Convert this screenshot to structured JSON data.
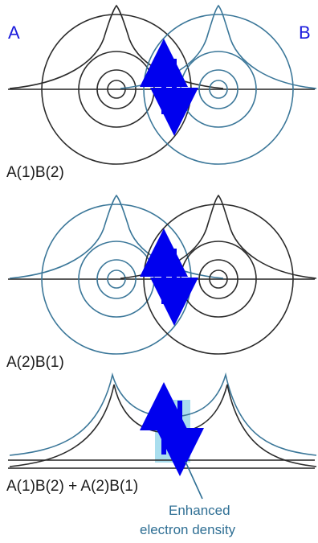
{
  "labels": {
    "atom_a": "A",
    "atom_b": "B"
  },
  "panels": [
    {
      "caption": "A(1)B(2)"
    },
    {
      "caption": "A(2)B(1)"
    },
    {
      "caption": "A(1)B(2) + A(2)B(1)"
    }
  ],
  "annotation": {
    "line1": "Enhanced",
    "line2": "electron density"
  },
  "colors": {
    "orbital_a_panel1": "#2b2b2b",
    "orbital_b_panel1": "#3b7799",
    "spin_arrows": "#0000ee",
    "highlight": "#8cd3e8",
    "label_text": "#1a1adc",
    "callout_text": "#2f6f94"
  }
}
